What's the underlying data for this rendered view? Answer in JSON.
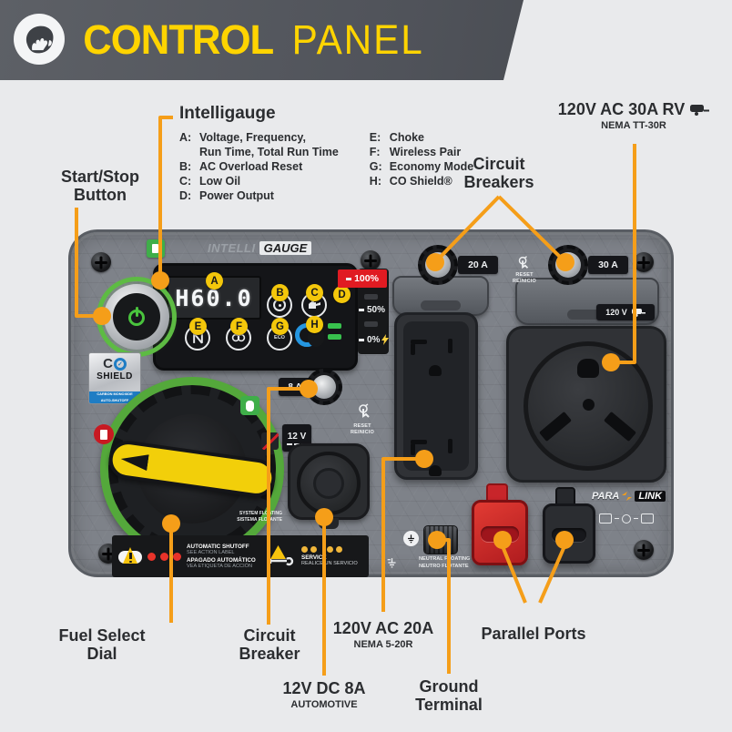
{
  "banner": {
    "control": "CONTROL",
    "panel": "PANEL"
  },
  "colors": {
    "accent_orange": "#F59E19",
    "brand_yellow": "#FFD400",
    "banner_gray": "#53565C",
    "panel_gray": "#7E8289",
    "led_green": "#38C14D",
    "alert_red": "#E01B22"
  },
  "callouts": {
    "intelligauge": {
      "title": "Intelligauge",
      "left": [
        {
          "k": "A:",
          "t": "Voltage, Frequency,"
        },
        {
          "k": "",
          "t": "Run Time, Total Run Time"
        },
        {
          "k": "B:",
          "t": "AC Overload Reset"
        },
        {
          "k": "C:",
          "t": "Low Oil"
        },
        {
          "k": "D:",
          "t": "Power Output"
        }
      ],
      "right": [
        {
          "k": "E:",
          "t": "Choke"
        },
        {
          "k": "F:",
          "t": "Wireless Pair"
        },
        {
          "k": "G:",
          "t": "Economy Mode"
        },
        {
          "k": "H:",
          "t": "CO Shield®"
        }
      ]
    },
    "start_stop": {
      "l1": "Start/Stop",
      "l2": "Button"
    },
    "rv": {
      "title": "120V AC 30A RV",
      "sub": "NEMA TT-30R"
    },
    "breakers_top": {
      "l1": "Circuit",
      "l2": "Breakers"
    },
    "fuel": {
      "l1": "Fuel Select",
      "l2": "Dial"
    },
    "breaker_mid": {
      "l1": "Circuit",
      "l2": "Breaker"
    },
    "ac20": {
      "title": "120V AC 20A",
      "sub": "NEMA 5-20R"
    },
    "dc12": {
      "title": "12V DC 8A",
      "sub": "AUTOMOTIVE"
    },
    "ground": {
      "l1": "Ground",
      "l2": "Terminal"
    },
    "parallel": {
      "title": "Parallel Ports"
    }
  },
  "panel": {
    "gauge_brand": {
      "intelli": "INTELLI",
      "gauge": "GAUGE"
    },
    "display_value": "H60.0",
    "markers": {
      "a": "A",
      "b": "B",
      "c": "C",
      "d": "D",
      "e": "E",
      "f": "F",
      "g": "G",
      "h": "H"
    },
    "pct": {
      "p100": "100%",
      "p50": "50%",
      "p0": "0%"
    },
    "eco": "ECO",
    "amps": {
      "a20": "20 A",
      "a30": "30 A",
      "a8": "8 A"
    },
    "reset": {
      "l1": "RESET",
      "l2": "REINICIO"
    },
    "tags": {
      "v12": "12 V",
      "v120": "120 V"
    },
    "system_floating": {
      "l1": "SYSTEM FLOATING",
      "l2": "SISTEMA FLOTANTE"
    },
    "shutoff": {
      "l1": "AUTOMATIC SHUTOFF",
      "l2": "SEE ACTION LABEL",
      "l3": "APAGADO AUTOMÁTICO",
      "l4": "VEA ETIQUETA DE ACCIÓN"
    },
    "service": {
      "l1": "SERVICE",
      "l2": "REALICE UN SERVICIO"
    },
    "neutral": {
      "l1": "NEUTRAL FLOATING",
      "l2": "NEUTRO FLOTANTE"
    },
    "paralink": {
      "para": "PARA",
      "link": "LINK"
    },
    "coshield": {
      "c": "C",
      "check": "✓",
      "shield": "SHIELD",
      "sub1": "CARBON MONOXIDE",
      "sub2": "AUTO-SHUTOFF"
    }
  }
}
